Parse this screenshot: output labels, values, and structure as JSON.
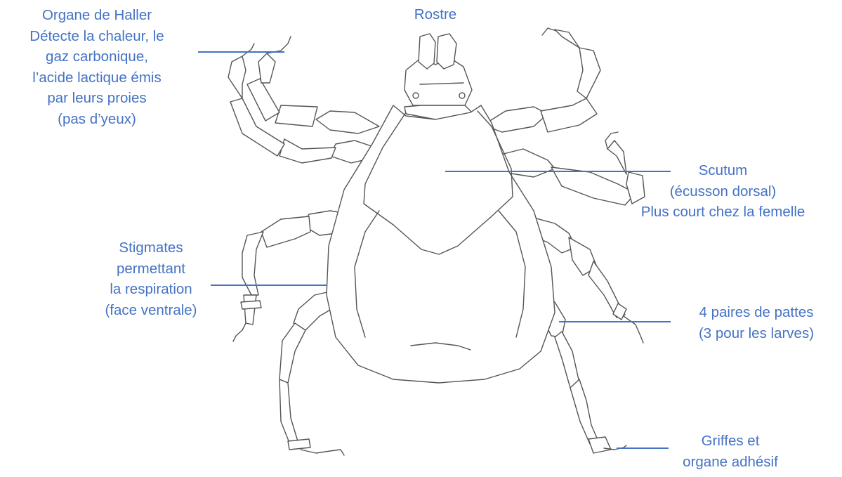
{
  "colors": {
    "label": "#4472c4",
    "drawing": "#555555",
    "background": "#ffffff"
  },
  "labels": {
    "haller": [
      "Organe de Haller",
      "Détecte la chaleur, le",
      "gaz carbonique,",
      "l’acide lactique émis",
      "par leurs proies",
      "(pas d’yeux)"
    ],
    "rostre": [
      "Rostre"
    ],
    "scutum": [
      "Scutum",
      "(écusson dorsal)",
      "Plus court chez la femelle"
    ],
    "stigmates": [
      "Stigmates",
      "permettant",
      "la respiration",
      "(face ventrale)"
    ],
    "pattes": [
      "4 paires de pattes",
      "(3 pour les larves)"
    ],
    "griffes": [
      "Griffes et",
      "organe adhésif"
    ]
  }
}
